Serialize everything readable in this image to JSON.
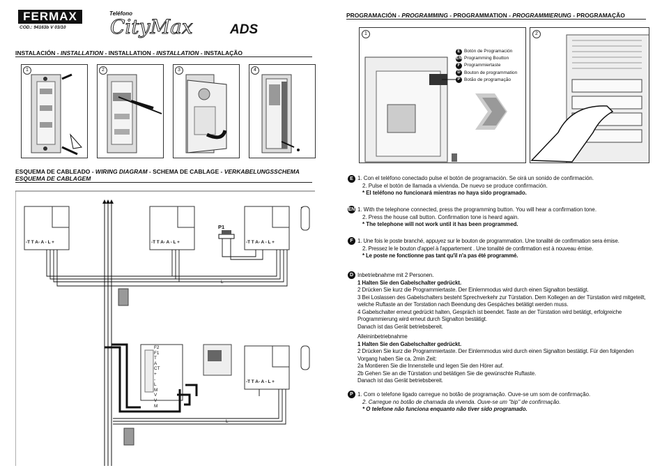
{
  "header": {
    "brand": "FERMAX",
    "code": "COD.: 94163b   V 03/10",
    "telefono": "Teléfono",
    "model": "CityMax",
    "suffix": "ADS"
  },
  "installation": {
    "title": [
      "INSTALACIÓN - ",
      "INSTALLATION",
      " - INSTALLATION - ",
      "INSTALLATION",
      " - INSTALAÇÃO"
    ],
    "steps": [
      "1",
      "2",
      "3",
      "4"
    ]
  },
  "wiring": {
    "title_line1": [
      "ESQUEMA DE CABLEADO - ",
      "WIRING DIAGRAM",
      " - SCHEMA DE CABLAGE - ",
      "VERKABELUNGSSCHEMA"
    ],
    "title_line2": "ESQUEMA DE CABLAGEM",
    "terminals": "-T T A- A - L +",
    "p1_label": "P1",
    "l_label": "L",
    "module_labels": [
      "F2",
      "F1",
      "T",
      "A",
      "CT",
      "+",
      "-",
      "L",
      "M",
      "V",
      "V",
      "M"
    ]
  },
  "programming": {
    "title": [
      "PROGRAMACIÓN - ",
      "PROGRAMMING",
      " - PROGRAMMATION - ",
      "PROGRAMMIERUNG",
      " - PROGRAMAÇÃO"
    ],
    "steps": [
      "1",
      "2"
    ],
    "button_legend": [
      {
        "lang": "E",
        "text": "Botón de Programación"
      },
      {
        "lang": "EN",
        "text": "Programming Boutton"
      },
      {
        "lang": "F",
        "text": "Programmiertaste"
      },
      {
        "lang": "D",
        "text": "Bouton de programmation"
      },
      {
        "lang": "P",
        "text": "Botão de programação"
      }
    ]
  },
  "instructions": {
    "es": {
      "lang": "E",
      "l1": "1. Con el teléfono conectado pulse el botón de programación. Se oirá un sonido de confirmación.",
      "l2": "2. Pulse el botón de llamada a vivienda. De nuevo se produce confirmación.",
      "l3": "* El teléfono no funcionará mientras no haya sido programado."
    },
    "en": {
      "lang": "EN",
      "l1": "1. With the telephone connected, press the programming button. You will hear a confirmation tone.",
      "l2": "2. Press the house call button. Confirmation tone is heard again.",
      "l3": "* The telephone will not work until it has been programmed."
    },
    "fr": {
      "lang": "F",
      "l1": "1. Une fois le poste branché, appuyez sur le bouton de programmation. Une tonalité de confirmation sera émise.",
      "l2": "2. Pressez le le bouton d'appel à l'appartement . Une tonalité de confirmation est à nouveau émise.",
      "l3": "* Le poste ne fonctionne pas tant qu'il n'a pas été programmé."
    },
    "de": {
      "lang": "D",
      "l1": "Inbetriebnahme mit 2 Personen.",
      "l2": "1 Halten Sie den Gabelschalter gedrückt.",
      "l3": "2 Drücken Sie kurz die Programmiertaste. Der Einlernmodus wird durch einen Signalton bestätigt.",
      "l4": "3 Bei Loslassen des Gabelschalters besteht Sprechverkehr zur Türstation. Dem Kollegen an der Türstation wird mitgeteilt, welche Ruftaste an der Torstation nach Beendung des Gespäches betätigt werden muss.",
      "l5": "4 Gabelschalter erneut gedrückt halten, Gespräch ist beendet. Taste an der Türstation wird betätigt, erfolgreiche Programmierung wird erneut durch Signalton bestätigt.",
      "l6": "Danach ist das Gerät betriebsbereit.",
      "l7": "Alleininbetriebnahme",
      "l8": "1 Halten Sie den Gabelschalter gedrückt.",
      "l9": "2 Drücken Sie kurz die Programmiertaste. Der Einlernmodus wird durch einen Signalton bestätigt. Für den folgenden Vorgang haben Sie ca. 2min Zeit:",
      "l10": "2a Montieren Sie die Innenstelle und legen Sie den Hörer auf.",
      "l11": "2b Gehen Sie an die Türstation und betätigen Sie die gewünschte Ruftaste.",
      "l12": "Danach ist das Gerät betriebsbereit."
    },
    "pt": {
      "lang": "P",
      "l1": "1. Com o telefone ligado carregue no botão de programação. Ouve-se um som de confirmação.",
      "l2": "2. Carregue no botão de chamada da vivenda. Ouve-se um \"bip\" de confirmação.",
      "l3": "* O telefone não funciona enquanto não tiver sido programado."
    }
  }
}
